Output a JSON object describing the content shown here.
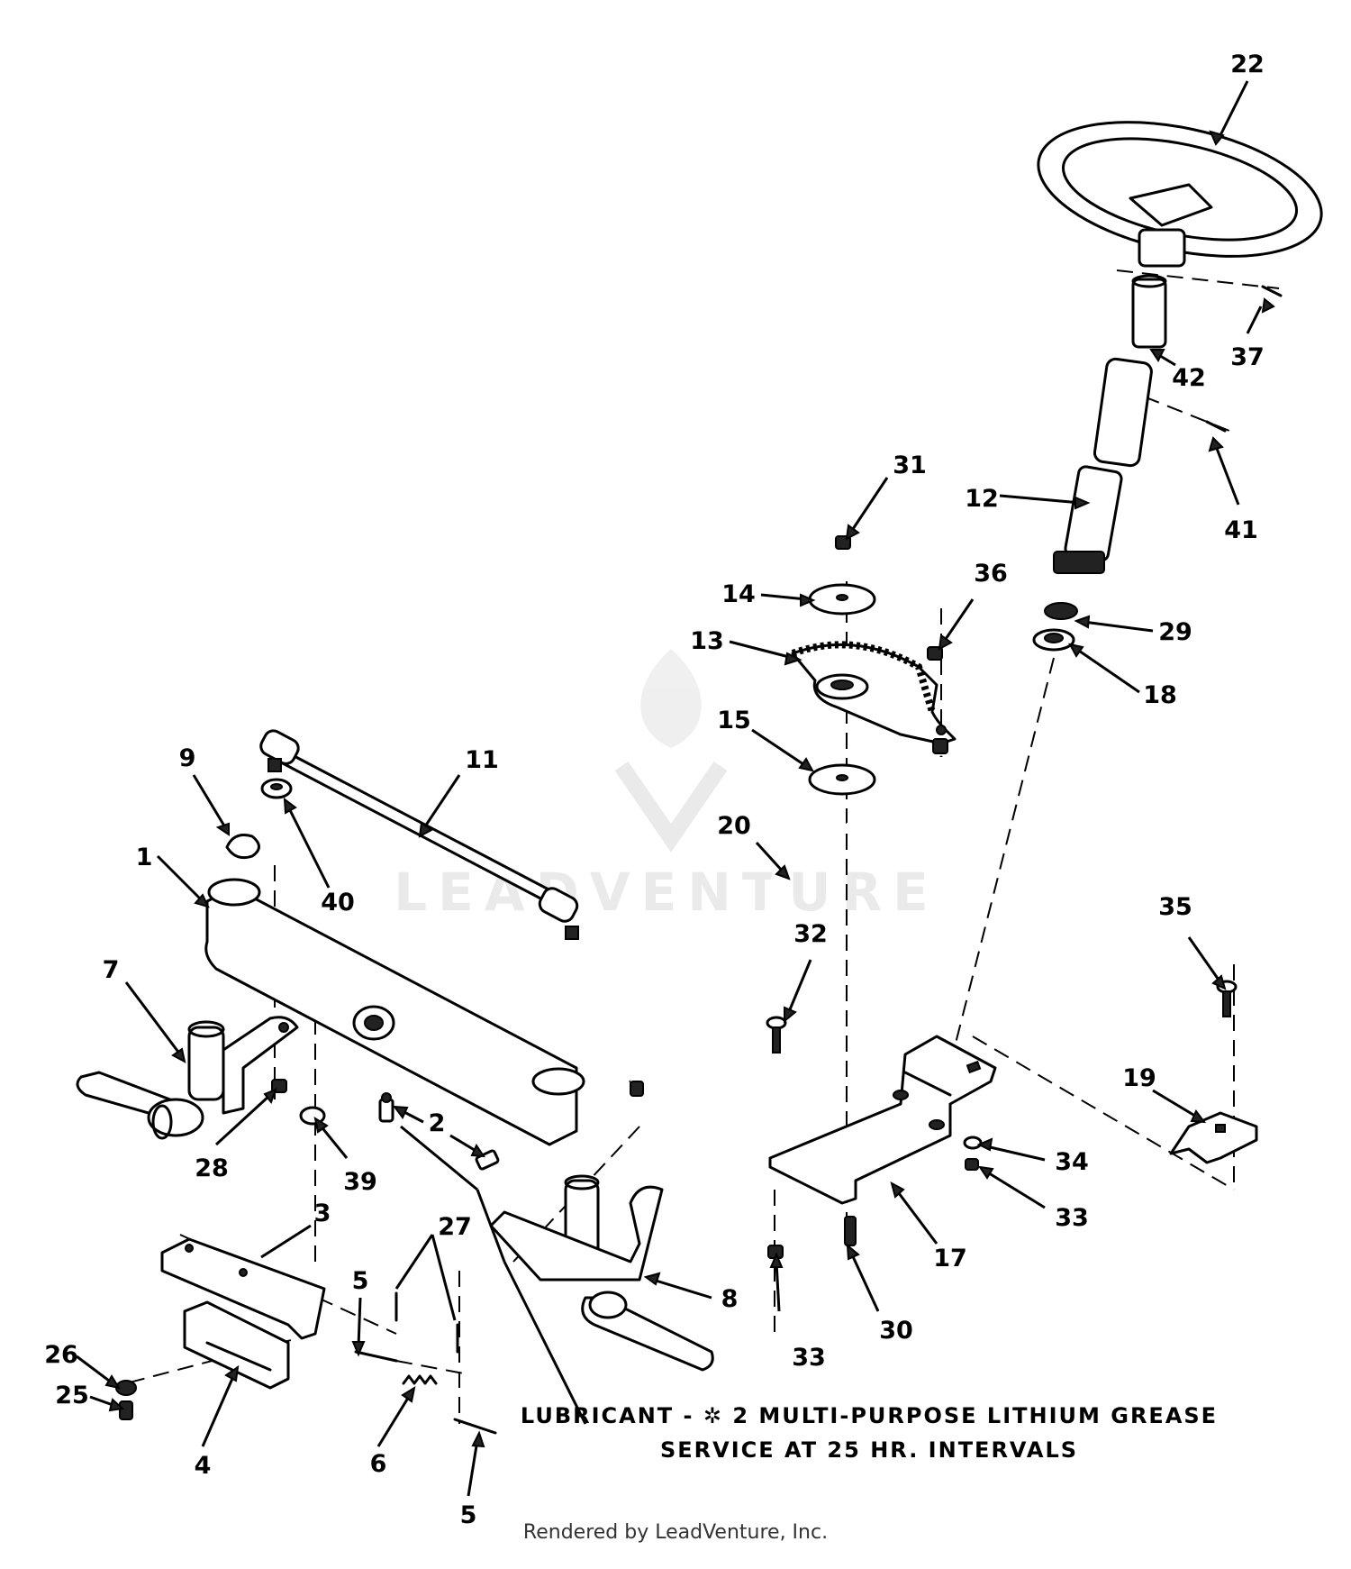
{
  "watermark": "LEADVENTURE",
  "notes": {
    "lubricant": "LUBRICANT - ✲ 2  MULTI-PURPOSE LITHIUM GREASE",
    "service": "SERVICE AT 25 HR. INTERVALS"
  },
  "footer": "Rendered by LeadVenture, Inc.",
  "callouts": [
    "22",
    "37",
    "42",
    "41",
    "12",
    "31",
    "36",
    "14",
    "13",
    "29",
    "18",
    "15",
    "9",
    "11",
    "1",
    "40",
    "20",
    "7",
    "28",
    "39",
    "2",
    "32",
    "35",
    "19",
    "34",
    "33",
    "3",
    "27",
    "5",
    "8",
    "17",
    "30",
    "26",
    "25",
    "4",
    "6"
  ]
}
